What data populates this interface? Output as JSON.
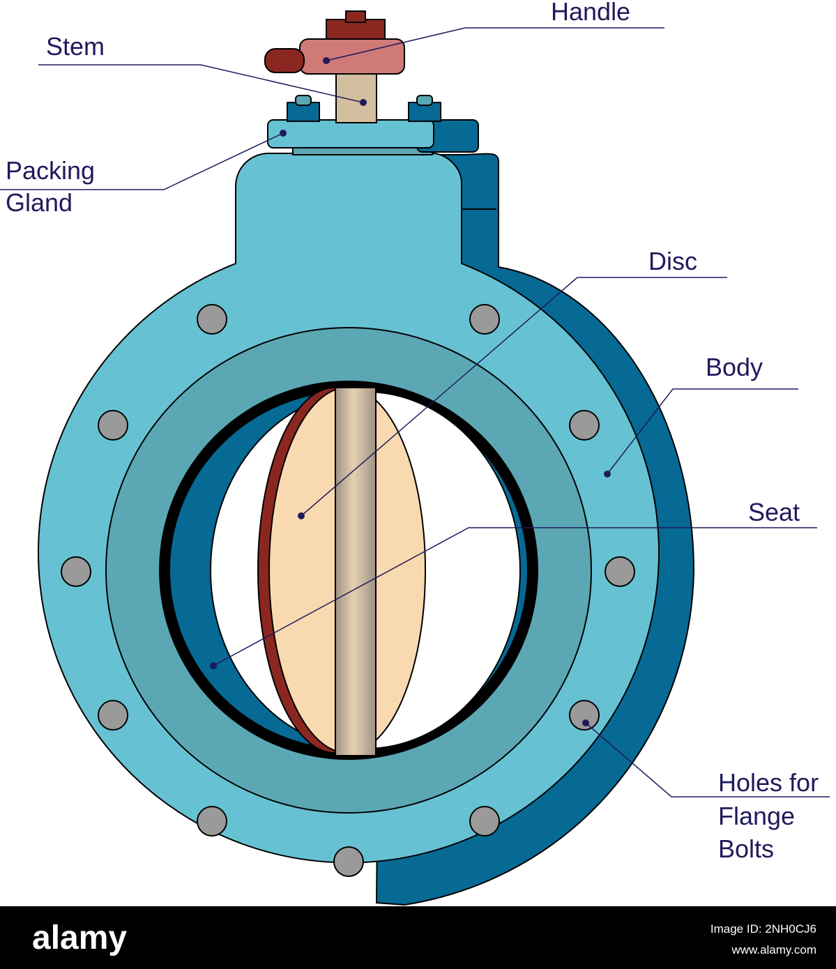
{
  "labels": {
    "handle": "Handle",
    "stem": "Stem",
    "packing_gland_1": "Packing",
    "packing_gland_2": "Gland",
    "disc": "Disc",
    "body": "Body",
    "seat": "Seat",
    "holes_1": "Holes for",
    "holes_2": "Flange",
    "holes_3": "Bolts"
  },
  "watermark": {
    "logo": "alamy",
    "image_id": "Image ID: 2NH0CJ6",
    "site": "www.alamy.com"
  },
  "colors": {
    "body": "#66c2d2",
    "body_side": "#066a95",
    "face_ring": "#5ba8b4",
    "seat_ring": "#000000",
    "disc": "#f9d9b0",
    "disc_edge": "#8b2721",
    "stem": "#d3bf9f",
    "handle": "#d07a78",
    "handle_dark": "#8b2721",
    "bolt_hole": "#9a9a9a",
    "leader_line": "#1f1a5c",
    "stock_bar": "#000000"
  }
}
